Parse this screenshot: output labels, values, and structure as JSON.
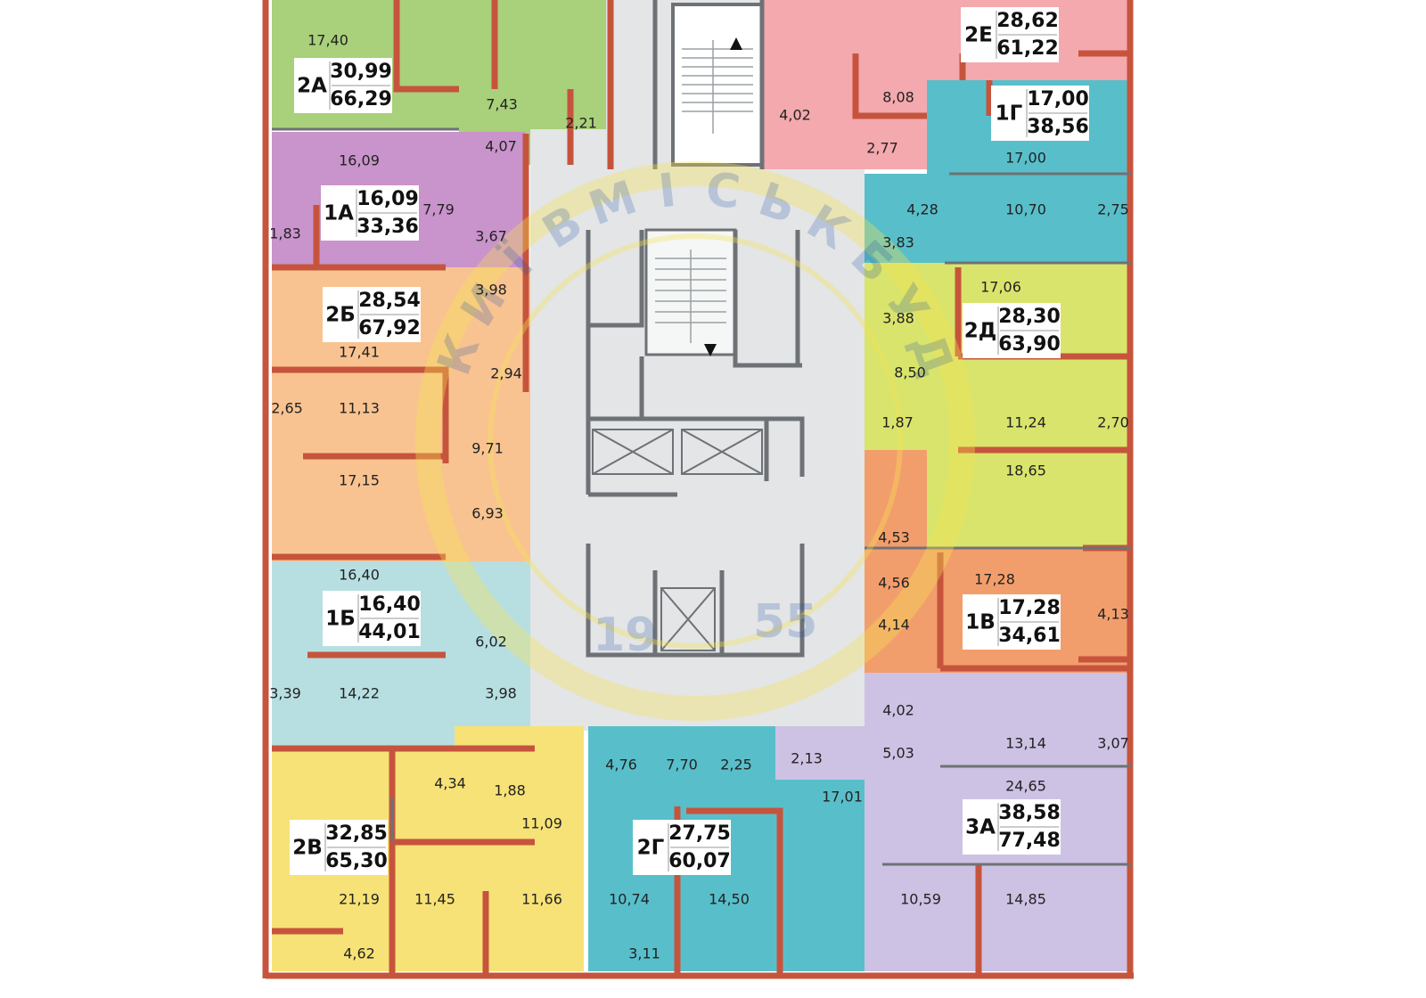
{
  "colors": {
    "green": "#a9d07a",
    "pink": "#f3a9ae",
    "purple": "#c993cb",
    "orange": "#f8c391",
    "blue": "#b7dfe1",
    "yellow": "#f7e277",
    "teal": "#58bfca",
    "lime": "#d9e46c",
    "coral": "#f29e6c",
    "lavender": "#cdc2e4",
    "corridor": "#e3e5e6",
    "wall": "#c6543d",
    "partition": "#6e7276"
  },
  "seal": {
    "letters": [
      "К",
      "И",
      "Ї",
      "В",
      "М",
      "І",
      "С",
      "Ь",
      "К",
      "Б",
      "У",
      "Д"
    ],
    "year_left": "19",
    "year_right": "55"
  },
  "apartments": [
    {
      "code": "2А",
      "living": "30,99",
      "total": "66,29"
    },
    {
      "code": "1А",
      "living": "16,09",
      "total": "33,36"
    },
    {
      "code": "2Б",
      "living": "28,54",
      "total": "67,92"
    },
    {
      "code": "1Б",
      "living": "16,40",
      "total": "44,01"
    },
    {
      "code": "2В",
      "living": "32,85",
      "total": "65,30"
    },
    {
      "code": "2Г",
      "living": "27,75",
      "total": "60,07"
    },
    {
      "code": "2Е",
      "living": "28,62",
      "total": "61,22"
    },
    {
      "code": "1Г",
      "living": "17,00",
      "total": "38,56"
    },
    {
      "code": "2Д",
      "living": "28,30",
      "total": "63,90"
    },
    {
      "code": "1В",
      "living": "17,28",
      "total": "34,61"
    },
    {
      "code": "3А",
      "living": "38,58",
      "total": "77,48"
    }
  ],
  "rooms": [
    "17,40",
    "7,43",
    "2,21",
    "4,07",
    "16,09",
    "7,79",
    "1,83",
    "3,67",
    "3,98",
    "17,41",
    "2,94",
    "2,65",
    "11,13",
    "9,71",
    "17,15",
    "6,93",
    "16,40",
    "6,02",
    "3,39",
    "14,22",
    "3,98",
    "4,34",
    "1,88",
    "11,09",
    "21,19",
    "11,45",
    "11,66",
    "4,62",
    "4,76",
    "7,70",
    "2,25",
    "2,13",
    "10,74",
    "14,50",
    "3,11",
    "17,01",
    "8,08",
    "4,02",
    "2,77",
    "17,00",
    "4,28",
    "10,70",
    "2,75",
    "3,83",
    "17,06",
    "3,88",
    "8,50",
    "11,24",
    "2,70",
    "1,87",
    "18,65",
    "4,53",
    "4,56",
    "17,28",
    "4,13",
    "4,14",
    "4,02",
    "5,03",
    "13,14",
    "3,07",
    "24,65",
    "10,59",
    "14,85"
  ]
}
